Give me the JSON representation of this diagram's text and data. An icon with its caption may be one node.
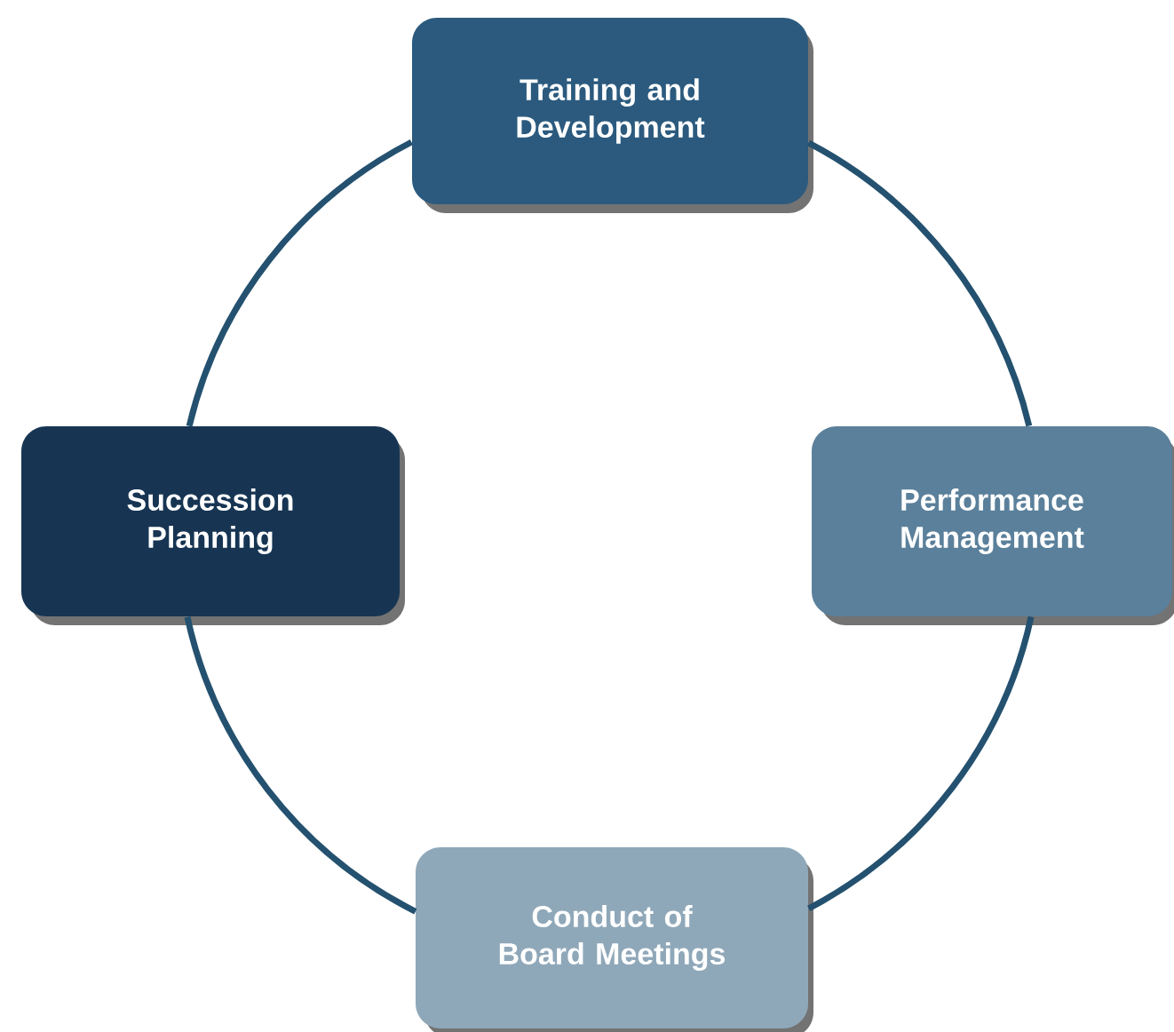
{
  "diagram": {
    "nodes": [
      {
        "text": [
          "Training and Development"
        ]
      },
      {
        "text": [
          "Succession Planning"
        ]
      },
      {
        "text": [
          "Performance Management"
        ]
      },
      {
        "text": [
          "Conduct of Board Meetings"
        ]
      }
    ],
    "edges": [
      {
        "from": 0,
        "to": 2,
        "arrow": "none"
      },
      {
        "from": 2,
        "to": 3,
        "arrow": "none"
      },
      {
        "from": 3,
        "to": 1,
        "arrow": "none"
      },
      {
        "from": 1,
        "to": 0,
        "arrow": "none"
      }
    ]
  }
}
